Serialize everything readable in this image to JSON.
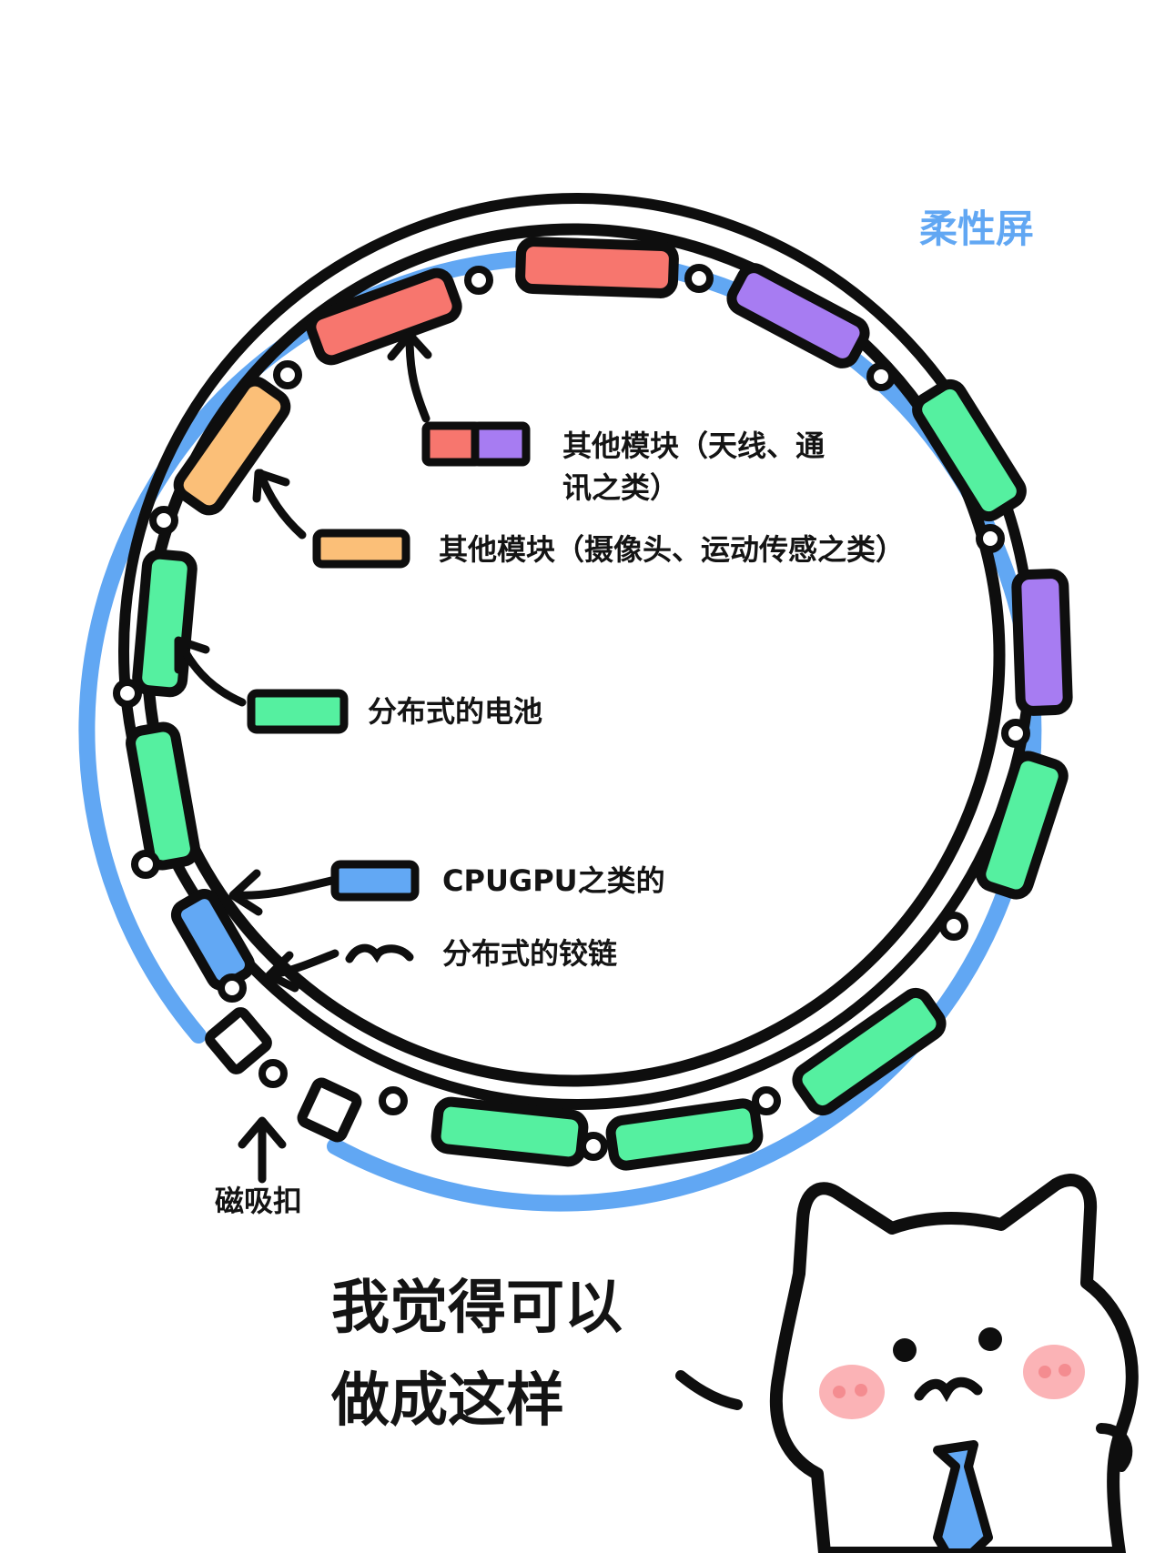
{
  "labels": {
    "screen": "柔性屏",
    "module_antenna_line1": "其他模块（天线、通",
    "module_antenna_line2": "讯之类）",
    "module_camera": "其他模块（摄像头、运动传感之类）",
    "battery": "分布式的电池",
    "cpu": "CPUGPU之类的",
    "hinge": "分布式的铰链",
    "magnet": "磁吸扣",
    "speech_line1": "我觉得可以",
    "speech_line2": "做成这样"
  },
  "colors": {
    "screen": "#61a7f3",
    "red_module": "#f7766e",
    "purple_module": "#a77cf2",
    "orange_module": "#fbbf78",
    "green_battery": "#55f0a0",
    "blue_cpu": "#62a8f4",
    "outline": "#0e0e0e",
    "cheek": "#fbb3b6"
  },
  "mascot": {
    "name": "cat-mascot",
    "tie_color": "#62a8f4"
  }
}
